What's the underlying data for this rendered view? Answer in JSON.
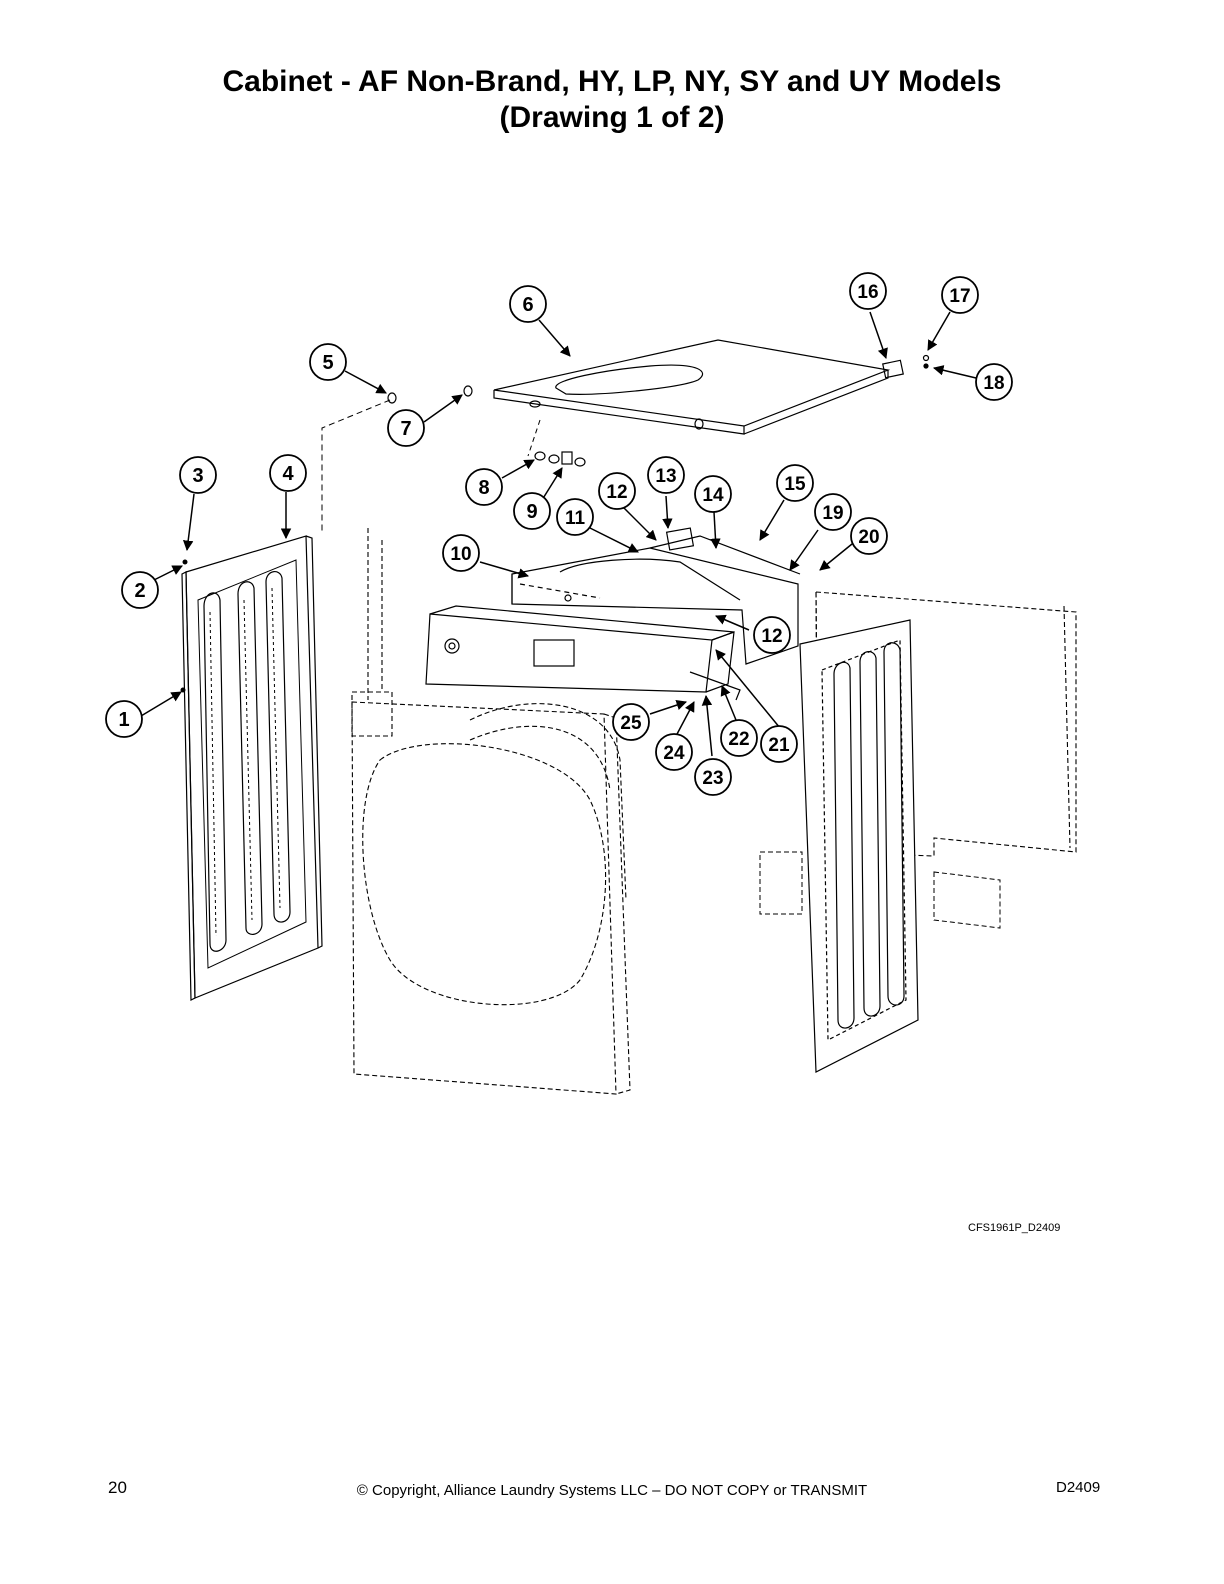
{
  "title": {
    "line1": "Cabinet - AF Non-Brand, HY, LP, NY, SY and UY Models",
    "line2": "(Drawing 1 of 2)"
  },
  "drawing_reference": "CFS1961P_D2409",
  "callouts": [
    "1",
    "2",
    "3",
    "4",
    "5",
    "6",
    "7",
    "8",
    "9",
    "10",
    "11",
    "12",
    "12",
    "13",
    "14",
    "15",
    "16",
    "17",
    "18",
    "19",
    "20",
    "21",
    "22",
    "23",
    "24",
    "25"
  ],
  "footer": {
    "page_number": "20",
    "copyright": "© Copyright, Alliance Laundry Systems LLC – DO NOT COPY or TRANSMIT",
    "doc_code": "D2409"
  }
}
